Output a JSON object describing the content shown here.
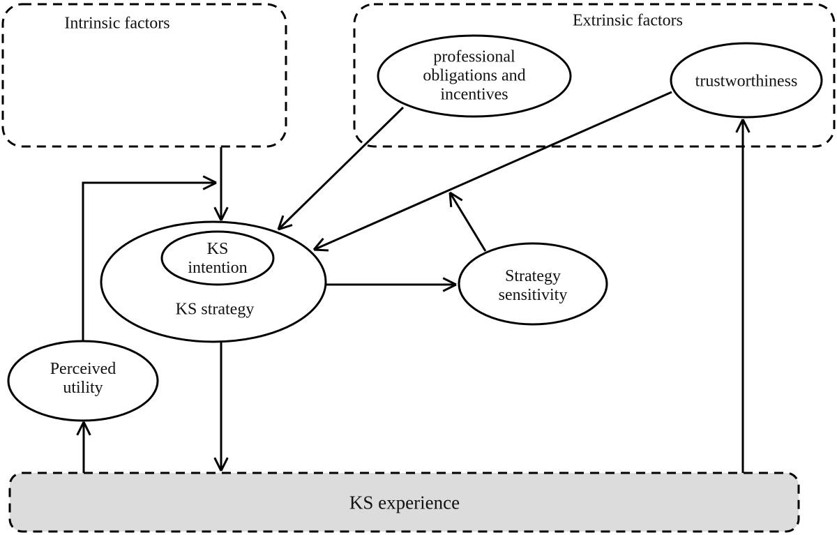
{
  "groups": {
    "intrinsic": {
      "label": "Intrinsic factors"
    },
    "extrinsic": {
      "label": "Extrinsic factors"
    }
  },
  "nodes": {
    "professional_obligations": {
      "lines": [
        "professional",
        "obligations and",
        "incentives"
      ]
    },
    "trustworthiness": {
      "label": "trustworthiness"
    },
    "ks_intention": {
      "lines": [
        "KS",
        "intention"
      ]
    },
    "ks_strategy": {
      "label": "KS strategy"
    },
    "strategy_sensitivity": {
      "lines": [
        "Strategy",
        "sensitivity"
      ]
    },
    "perceived_utility": {
      "lines": [
        "Perceived",
        "utility"
      ]
    },
    "ks_experience": {
      "label": "KS experience"
    }
  },
  "edges": [
    {
      "from": "intrinsic-factors",
      "to": "ks-strategy"
    },
    {
      "from": "perceived-utility",
      "to": "ks-strategy"
    },
    {
      "from": "professional-obligations",
      "to": "ks-strategy"
    },
    {
      "from": "trustworthiness",
      "to": "ks-strategy"
    },
    {
      "from": "ks-strategy",
      "to": "strategy-sensitivity"
    },
    {
      "from": "strategy-sensitivity",
      "to": "trustworthiness-to-ks-strategy-edge"
    },
    {
      "from": "ks-strategy",
      "to": "ks-experience"
    },
    {
      "from": "ks-experience",
      "to": "perceived-utility"
    },
    {
      "from": "ks-experience",
      "to": "trustworthiness"
    }
  ],
  "colors": {
    "stroke": "#000000",
    "background": "#ffffff",
    "experience_fill": "#dcdcdc",
    "text": "#111111"
  }
}
